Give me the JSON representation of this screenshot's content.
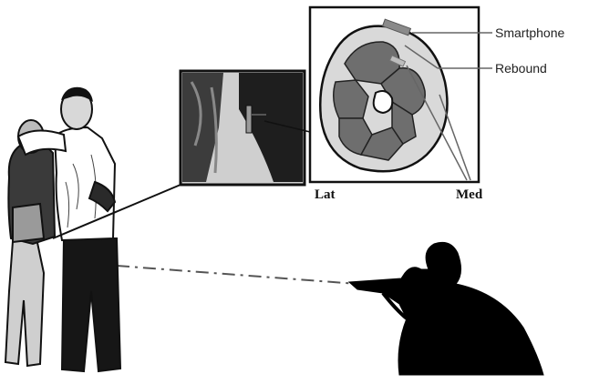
{
  "diagram": {
    "labels": {
      "smartphone": "Smartphone",
      "rebound": "Rebound",
      "lateral": "Lat",
      "medial": "Med"
    },
    "figures": [
      "embracing-couple-figure",
      "shooter-silhouette",
      "thigh-close-up-inset",
      "thigh-cross-section"
    ],
    "colors": {
      "outline": "#111111",
      "skin_ring": "#d9d9d9",
      "muscle": "#6e6e6e",
      "fat_layer": "#bdbdbd",
      "smartphone": "#8a8a8a",
      "trajectory": "#555555"
    }
  }
}
